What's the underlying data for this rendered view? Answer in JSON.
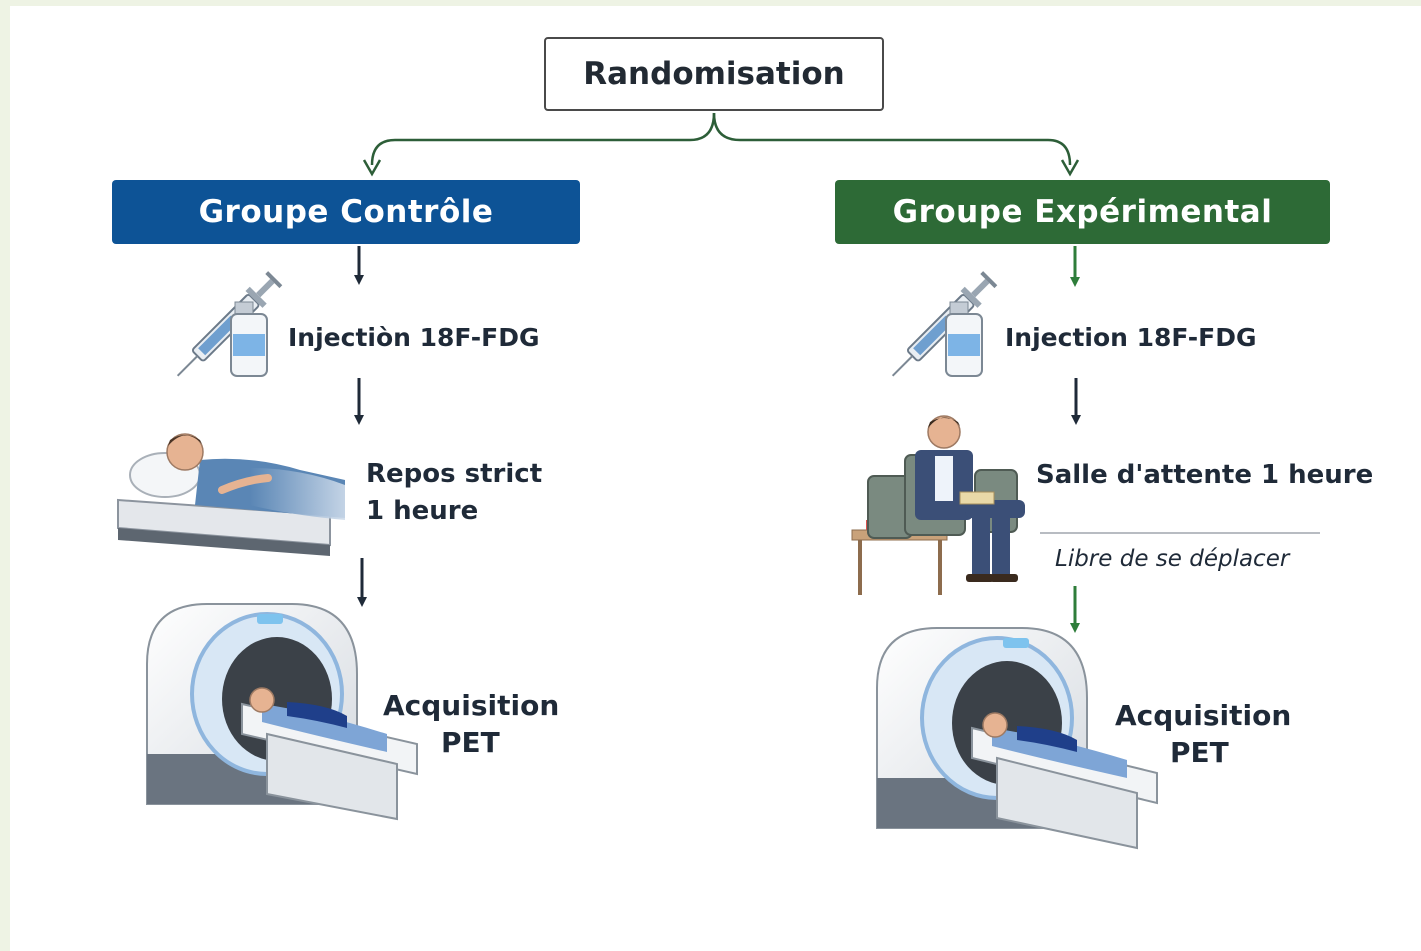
{
  "root": {
    "label": "Randomisation"
  },
  "colors": {
    "control": "#0d5396",
    "experimental": "#2d6a36",
    "connector": "#2d5e38",
    "arrow_dark": "#1f2a38",
    "arrow_green": "#2e7d3a"
  },
  "control": {
    "title": "Groupe Contrôle",
    "injection": "Injectiòn 18F-FDG",
    "rest_line1": "Repos strict",
    "rest_line2": "1 heure",
    "acq_line1": "Acquisition",
    "acq_line2": "PET"
  },
  "experimental": {
    "title": "Groupe Expérimental",
    "injection": "Injection 18F-FDG",
    "waiting": "Salle d'attente 1 heure",
    "waiting_note": "Libre de se déplacer",
    "acq_line1": "Acquisition",
    "acq_line2": "PET"
  },
  "icons": [
    "syringe-vial-icon",
    "patient-resting-icon",
    "waiting-room-icon",
    "pet-scanner-icon"
  ]
}
